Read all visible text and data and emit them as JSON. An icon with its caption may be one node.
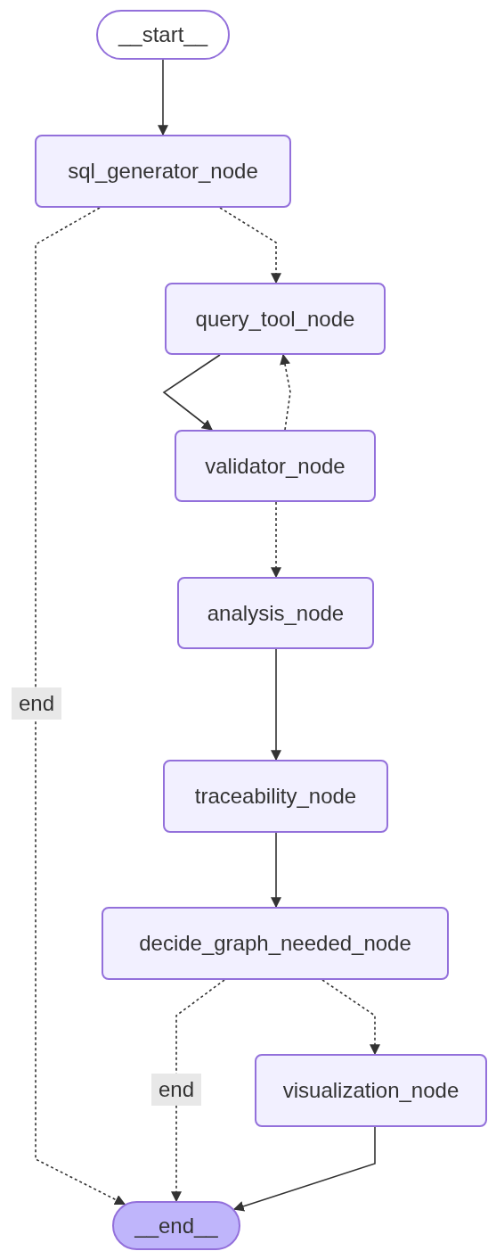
{
  "diagram": {
    "nodes": [
      {
        "text": [
          "__start__"
        ]
      },
      {
        "text": [
          "sql_generator_node"
        ]
      },
      {
        "text": [
          "query_tool_node"
        ]
      },
      {
        "text": [
          "validator_node"
        ]
      },
      {
        "text": [
          "analysis_node"
        ]
      },
      {
        "text": [
          "traceability_node"
        ]
      },
      {
        "text": [
          "decide_graph_needed_node"
        ]
      },
      {
        "text": [
          "visualization_node"
        ]
      },
      {
        "text": [
          "__end__"
        ]
      }
    ],
    "edges": [
      {
        "from": 0,
        "to": 1,
        "arrow": "to"
      },
      {
        "from": 1,
        "to": 2,
        "arrow": "to",
        "style": "dashed"
      },
      {
        "from": 1,
        "to": 8,
        "arrow": "to",
        "style": "dashed",
        "label": "end"
      },
      {
        "from": 2,
        "to": 3,
        "arrow": "to"
      },
      {
        "from": 3,
        "to": 2,
        "arrow": "to",
        "style": "dashed"
      },
      {
        "from": 3,
        "to": 4,
        "arrow": "to",
        "style": "dashed"
      },
      {
        "from": 4,
        "to": 5,
        "arrow": "to"
      },
      {
        "from": 5,
        "to": 6,
        "arrow": "to"
      },
      {
        "from": 6,
        "to": 7,
        "arrow": "to",
        "style": "dashed"
      },
      {
        "from": 6,
        "to": 8,
        "arrow": "to",
        "style": "dashed",
        "label": "end"
      },
      {
        "from": 7,
        "to": 8,
        "arrow": "to"
      }
    ]
  }
}
